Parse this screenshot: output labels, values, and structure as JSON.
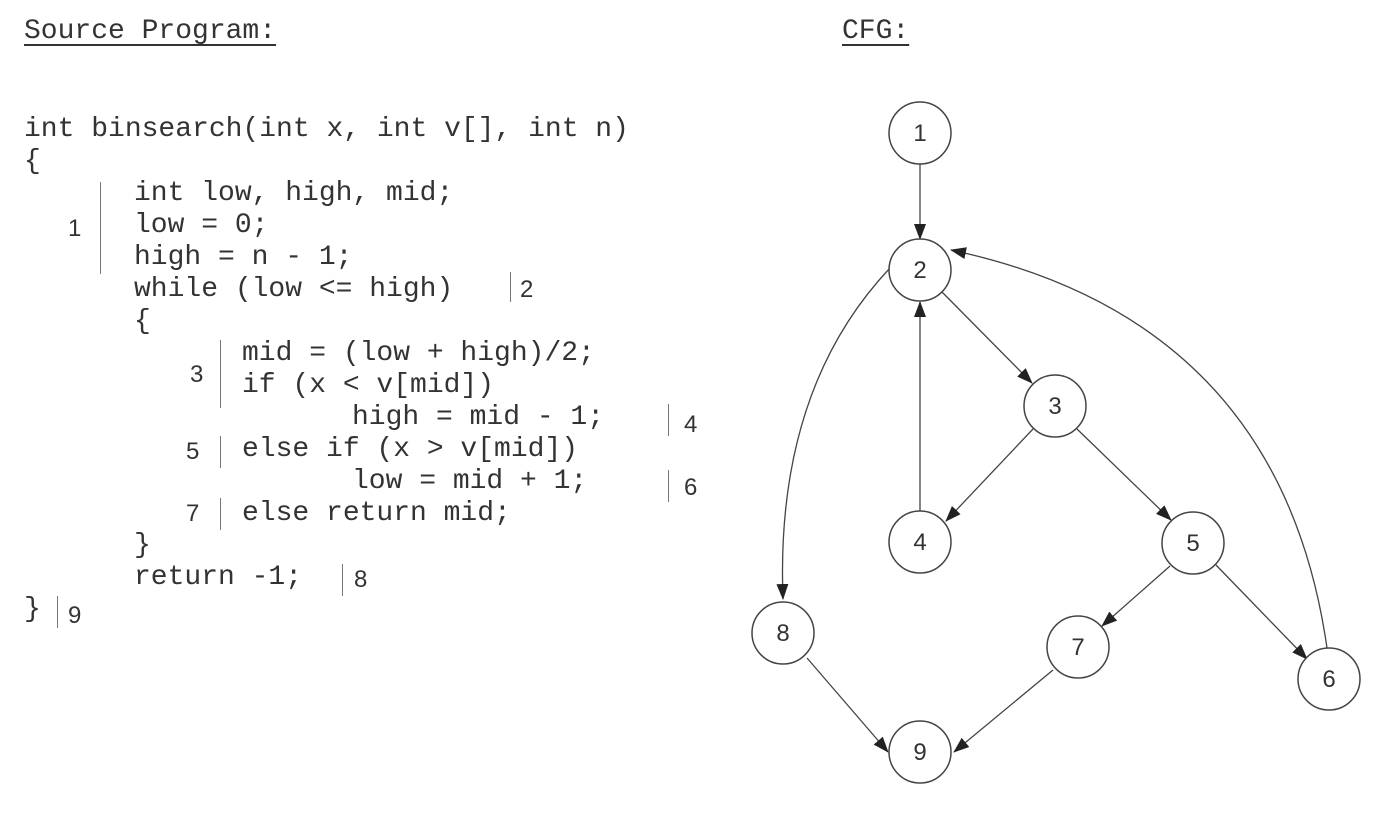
{
  "headings": {
    "source": "Source Program:",
    "cfg": "CFG:"
  },
  "code_lines": [
    "int binsearch(int x, int v[], int n)",
    "{",
    "int low, high, mid;",
    "low = 0;",
    "high = n - 1;",
    "while (low <= high)",
    "{",
    "mid = (low + high)/2;",
    "if (x < v[mid])",
    "high = mid - 1;",
    "else if (x > v[mid])",
    "low = mid + 1;",
    "else return mid;",
    "}",
    "return -1;",
    "}"
  ],
  "block_labels": [
    "1",
    "2",
    "3",
    "4",
    "5",
    "6",
    "7",
    "8",
    "9"
  ],
  "cfg": {
    "nodes": [
      "1",
      "2",
      "3",
      "4",
      "5",
      "6",
      "7",
      "8",
      "9"
    ],
    "edges": [
      [
        "1",
        "2"
      ],
      [
        "2",
        "3"
      ],
      [
        "2",
        "8"
      ],
      [
        "3",
        "4"
      ],
      [
        "3",
        "5"
      ],
      [
        "4",
        "2"
      ],
      [
        "5",
        "7"
      ],
      [
        "5",
        "6"
      ],
      [
        "6",
        "2"
      ],
      [
        "7",
        "9"
      ],
      [
        "8",
        "9"
      ]
    ]
  }
}
